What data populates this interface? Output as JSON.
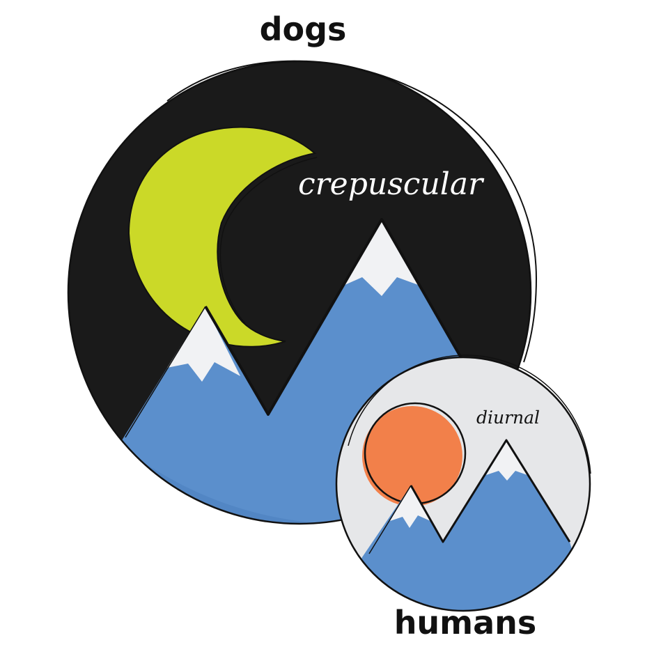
{
  "labels": {
    "top": "dogs",
    "bottom": "humans",
    "big_circle_text": "crepuscular",
    "small_circle_text": "diurnal"
  },
  "colors": {
    "night_sky": "#1a1a1a",
    "day_sky": "#e6e7e9",
    "mountain": "#5b8fcc",
    "snow": "#f1f2f4",
    "moon": "#cbd928",
    "sun": "#f2804a",
    "outline": "#111111"
  }
}
